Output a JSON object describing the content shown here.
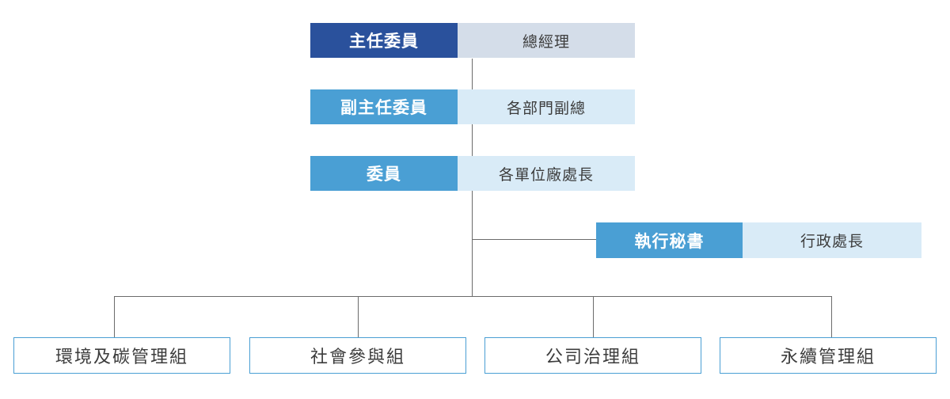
{
  "chair": {
    "role": "主任委員",
    "holder": "總經理"
  },
  "vice_chair": {
    "role": "副主任委員",
    "holder": "各部門副總"
  },
  "members": {
    "role": "委員",
    "holder": "各單位廠處長"
  },
  "secretary": {
    "role": "執行秘書",
    "holder": "行政處長"
  },
  "groups": [
    "環境及碳管理組",
    "社會參與組",
    "公司治理組",
    "永續管理組"
  ],
  "colors": {
    "chair_role_bg": "#2a519c",
    "chair_holder_bg": "#d4dde9",
    "role_bg": "#4a9fd4",
    "holder_bg": "#d9ebf7",
    "group_border": "#4a9fd4",
    "connector": "#6b6b6b"
  }
}
